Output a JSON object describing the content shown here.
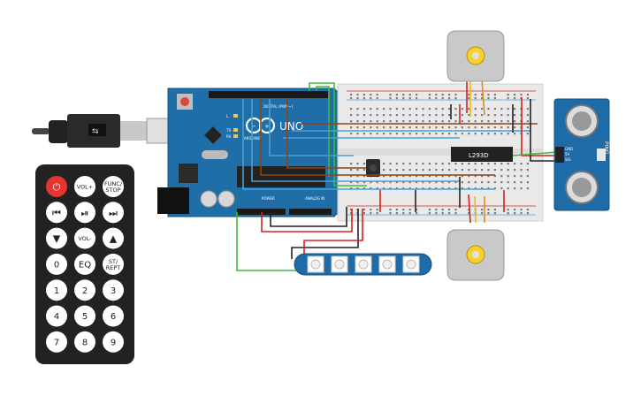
{
  "arduino": {
    "logo": "UNO",
    "brand": "ARDUINO",
    "header_digital": "DIGITAL (PWM~)",
    "header_analog": "ANALOG IN",
    "header_power": "POWER",
    "label_l": "L",
    "label_tx": "TX",
    "label_rx": "RX"
  },
  "driver_ic": {
    "label": "L293D"
  },
  "sensor": {
    "name": "PING",
    "pins": [
      "GND",
      "5V",
      "SIG"
    ]
  },
  "remote": {
    "buttons": [
      {
        "label": "⏻",
        "icon": "power-icon"
      },
      {
        "label": "VOL+"
      },
      {
        "label": "FUNC/\nSTOP"
      },
      {
        "label": "⏮",
        "icon": "rewind-icon"
      },
      {
        "label": "⏯",
        "icon": "play-pause-icon"
      },
      {
        "label": "⏭",
        "icon": "fast-forward-icon"
      },
      {
        "label": "▼",
        "icon": "down-icon"
      },
      {
        "label": "VOL-"
      },
      {
        "label": "▲",
        "icon": "up-icon"
      },
      {
        "label": "0"
      },
      {
        "label": "EQ"
      },
      {
        "label": "ST/\nREPT"
      },
      {
        "label": "1"
      },
      {
        "label": "2"
      },
      {
        "label": "3"
      },
      {
        "label": "4"
      },
      {
        "label": "5"
      },
      {
        "label": "6"
      },
      {
        "label": "7"
      },
      {
        "label": "8"
      },
      {
        "label": "9"
      }
    ]
  },
  "colors": {
    "arduino_blue": "#1f6ea8",
    "breadboard": "#e9e9e9",
    "wire_green": "#3dbb3d",
    "wire_red": "#d62020",
    "wire_blue": "#4aa0d5",
    "wire_brown": "#8b4513",
    "wire_orange": "#e88a1a",
    "wire_black": "#222222",
    "remote_body": "#222222",
    "power_button": "#e8342f",
    "sensor_blue": "#1e6ba8"
  }
}
